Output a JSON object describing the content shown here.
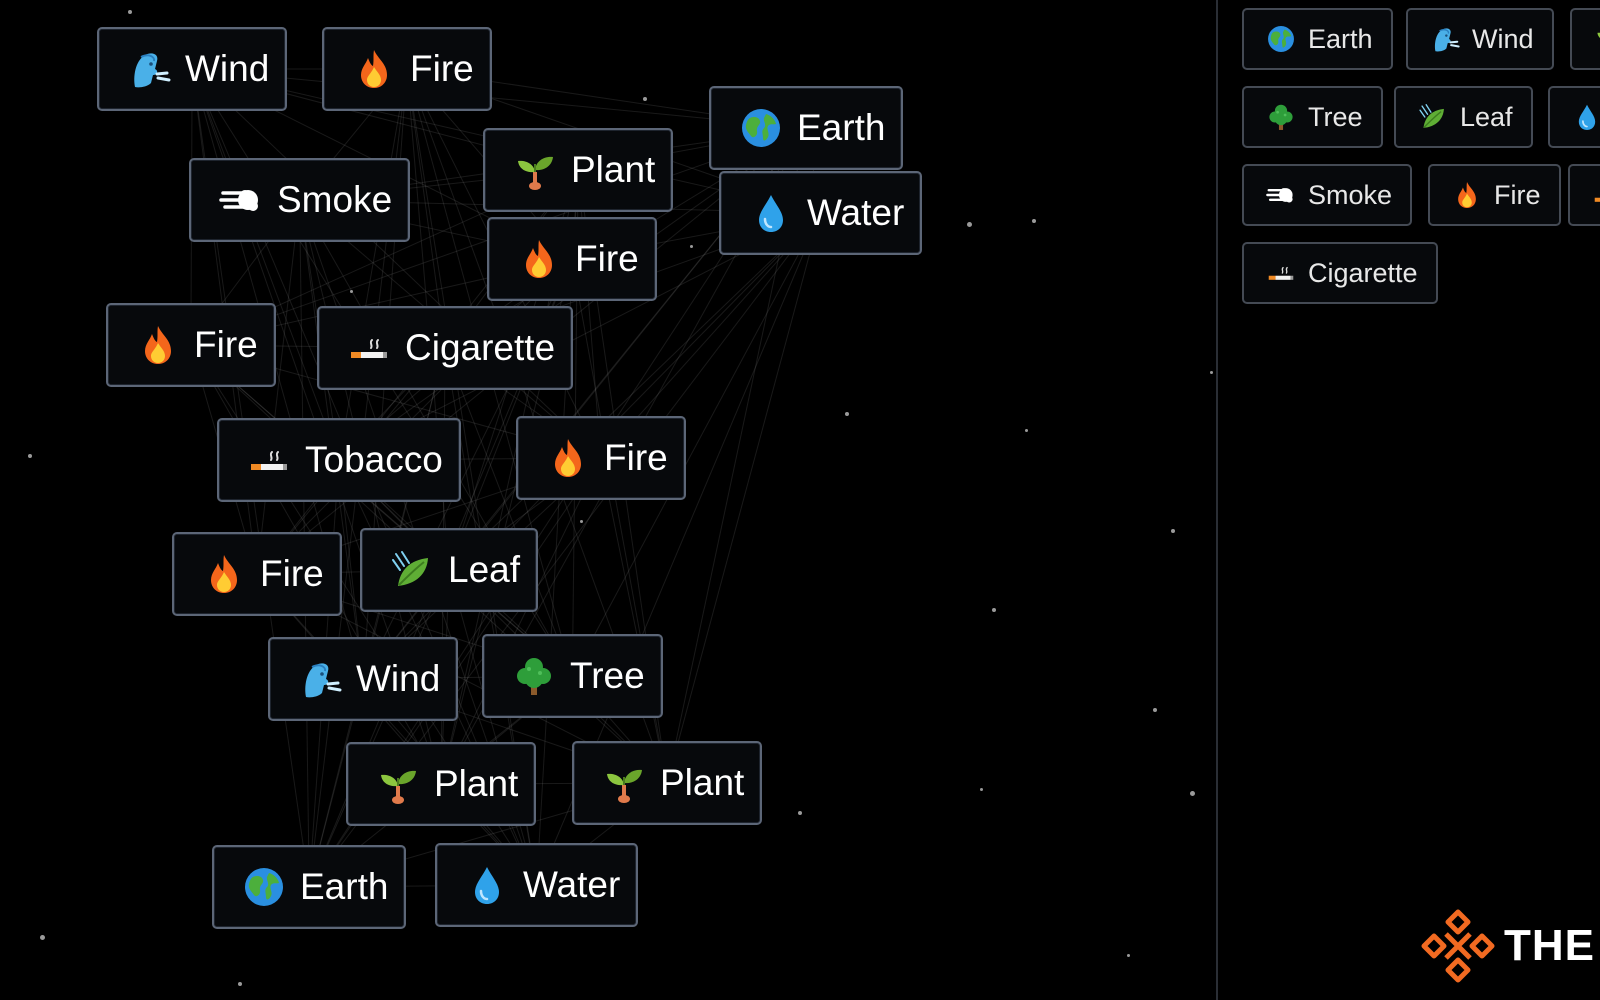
{
  "canvas": {
    "elements": [
      {
        "label": "Wind",
        "icon": "wind-face-icon"
      },
      {
        "label": "Fire",
        "icon": "fire-icon"
      },
      {
        "label": "Earth",
        "icon": "earth-globe-icon"
      },
      {
        "label": "Plant",
        "icon": "seedling-icon"
      },
      {
        "label": "Smoke",
        "icon": "dash-smoke-icon"
      },
      {
        "label": "Water",
        "icon": "water-drop-icon"
      },
      {
        "label": "Fire",
        "icon": "fire-icon"
      },
      {
        "label": "Fire",
        "icon": "fire-icon"
      },
      {
        "label": "Cigarette",
        "icon": "cigarette-icon"
      },
      {
        "label": "Tobacco",
        "icon": "cigarette-icon"
      },
      {
        "label": "Fire",
        "icon": "fire-icon"
      },
      {
        "label": "Fire",
        "icon": "fire-icon"
      },
      {
        "label": "Leaf",
        "icon": "leaf-icon"
      },
      {
        "label": "Wind",
        "icon": "wind-face-icon"
      },
      {
        "label": "Tree",
        "icon": "tree-icon"
      },
      {
        "label": "Plant",
        "icon": "seedling-icon"
      },
      {
        "label": "Plant",
        "icon": "seedling-icon"
      },
      {
        "label": "Earth",
        "icon": "earth-globe-icon"
      },
      {
        "label": "Water",
        "icon": "water-drop-icon"
      }
    ]
  },
  "sidebar": {
    "items": [
      {
        "label": "Earth",
        "icon": "earth-globe-icon"
      },
      {
        "label": "Wind",
        "icon": "wind-face-icon"
      },
      {
        "label": "",
        "icon": "seedling-icon"
      },
      {
        "label": "Tree",
        "icon": "tree-icon"
      },
      {
        "label": "Leaf",
        "icon": "leaf-icon"
      },
      {
        "label": "",
        "icon": "water-drop-icon"
      },
      {
        "label": "Smoke",
        "icon": "dash-smoke-icon"
      },
      {
        "label": "Fire",
        "icon": "fire-icon"
      },
      {
        "label": "",
        "icon": "cigarette-icon"
      },
      {
        "label": "Cigarette",
        "icon": "cigarette-icon"
      }
    ]
  },
  "watermark": {
    "text": "THE"
  },
  "colors": {
    "background": "#000000",
    "tile_bg": "#07090c",
    "tile_border": "#5c6677",
    "text": "#ffffff",
    "link_lines": "#8a8a8a",
    "logo_accent": "#f26a21"
  }
}
